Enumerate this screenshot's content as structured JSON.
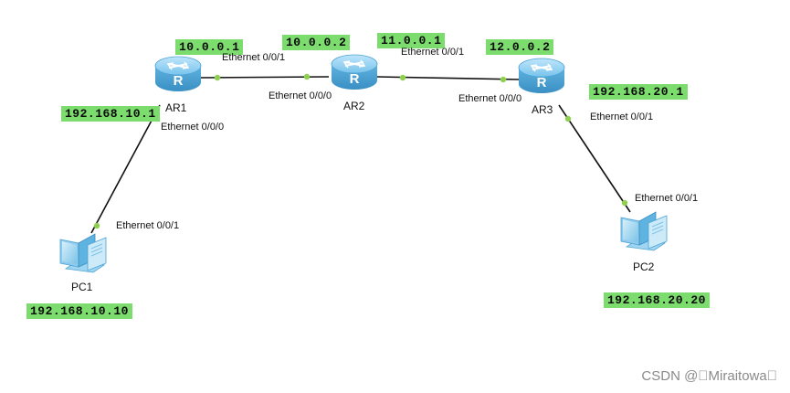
{
  "devices": {
    "ar1": {
      "label": "AR1",
      "icon": "router-icon"
    },
    "ar2": {
      "label": "AR2",
      "icon": "router-icon"
    },
    "ar3": {
      "label": "AR3",
      "icon": "router-icon"
    },
    "pc1": {
      "label": "PC1",
      "icon": "pc-icon"
    },
    "pc2": {
      "label": "PC2",
      "icon": "pc-icon"
    }
  },
  "ip_labels": {
    "ar1_left": "10.0.0.1",
    "ar2_left": "10.0.0.2",
    "ar2_right": "11.0.0.1",
    "ar3_left": "12.0.0.2",
    "ar1_pc": "192.168.10.1",
    "ar3_pc": "192.168.20.1",
    "pc1": "192.168.10.10",
    "pc2": "192.168.20.20"
  },
  "ports": {
    "ar1_e001": "Ethernet 0/0/1",
    "ar2_e000": "Ethernet 0/0/0",
    "ar2_e001": "Ethernet 0/0/1",
    "ar3_e000": "Ethernet 0/0/0",
    "ar1_e000": "Ethernet 0/0/0",
    "pc1_e001": "Ethernet 0/0/1",
    "ar3_e001": "Ethernet 0/0/1",
    "pc2_e001": "Ethernet 0/0/1"
  },
  "watermark": "CSDN @\u0000Miraitowa\u0000",
  "colors": {
    "ip_highlight": "#7ddc6e",
    "router_body": "#5fb3e0",
    "link": "#111111",
    "port_dot": "#8fd14f"
  }
}
